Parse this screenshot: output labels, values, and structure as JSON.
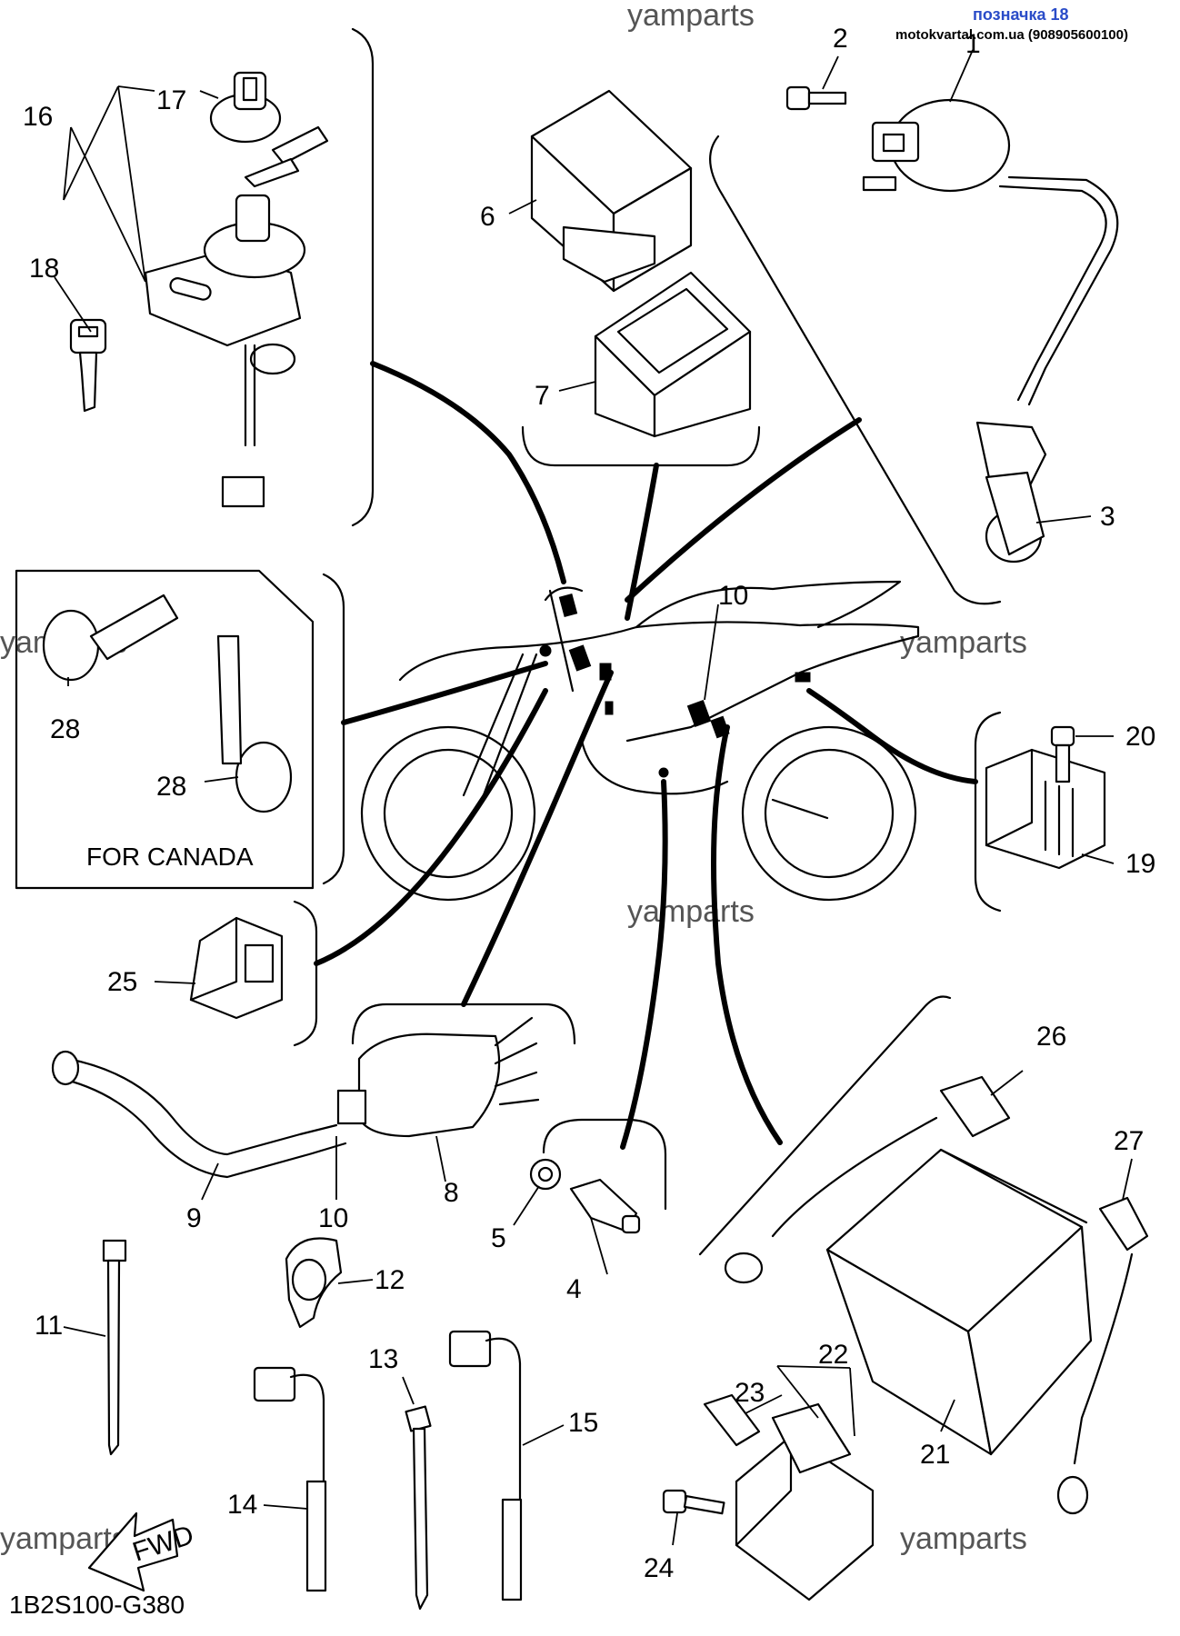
{
  "header": {
    "tag": "позначка 18",
    "site": "motokvartal.com.ua (908905600100)"
  },
  "watermark": "yamparts",
  "diagram_code": "1B2S100-G380",
  "canada_note": "FOR CANADA",
  "fwd_label": "FWD",
  "parts": {
    "p1": "1",
    "p2": "2",
    "p3": "3",
    "p4": "4",
    "p5": "5",
    "p6": "6",
    "p7": "7",
    "p8": "8",
    "p9": "9",
    "p10": "10",
    "p11": "11",
    "p12": "12",
    "p13": "13",
    "p14": "14",
    "p15": "15",
    "p16": "16",
    "p17": "17",
    "p18": "18",
    "p19": "19",
    "p20": "20",
    "p21": "21",
    "p22": "22",
    "p23": "23",
    "p24": "24",
    "p25": "25",
    "p26": "26",
    "p27": "27",
    "p28": "28"
  }
}
